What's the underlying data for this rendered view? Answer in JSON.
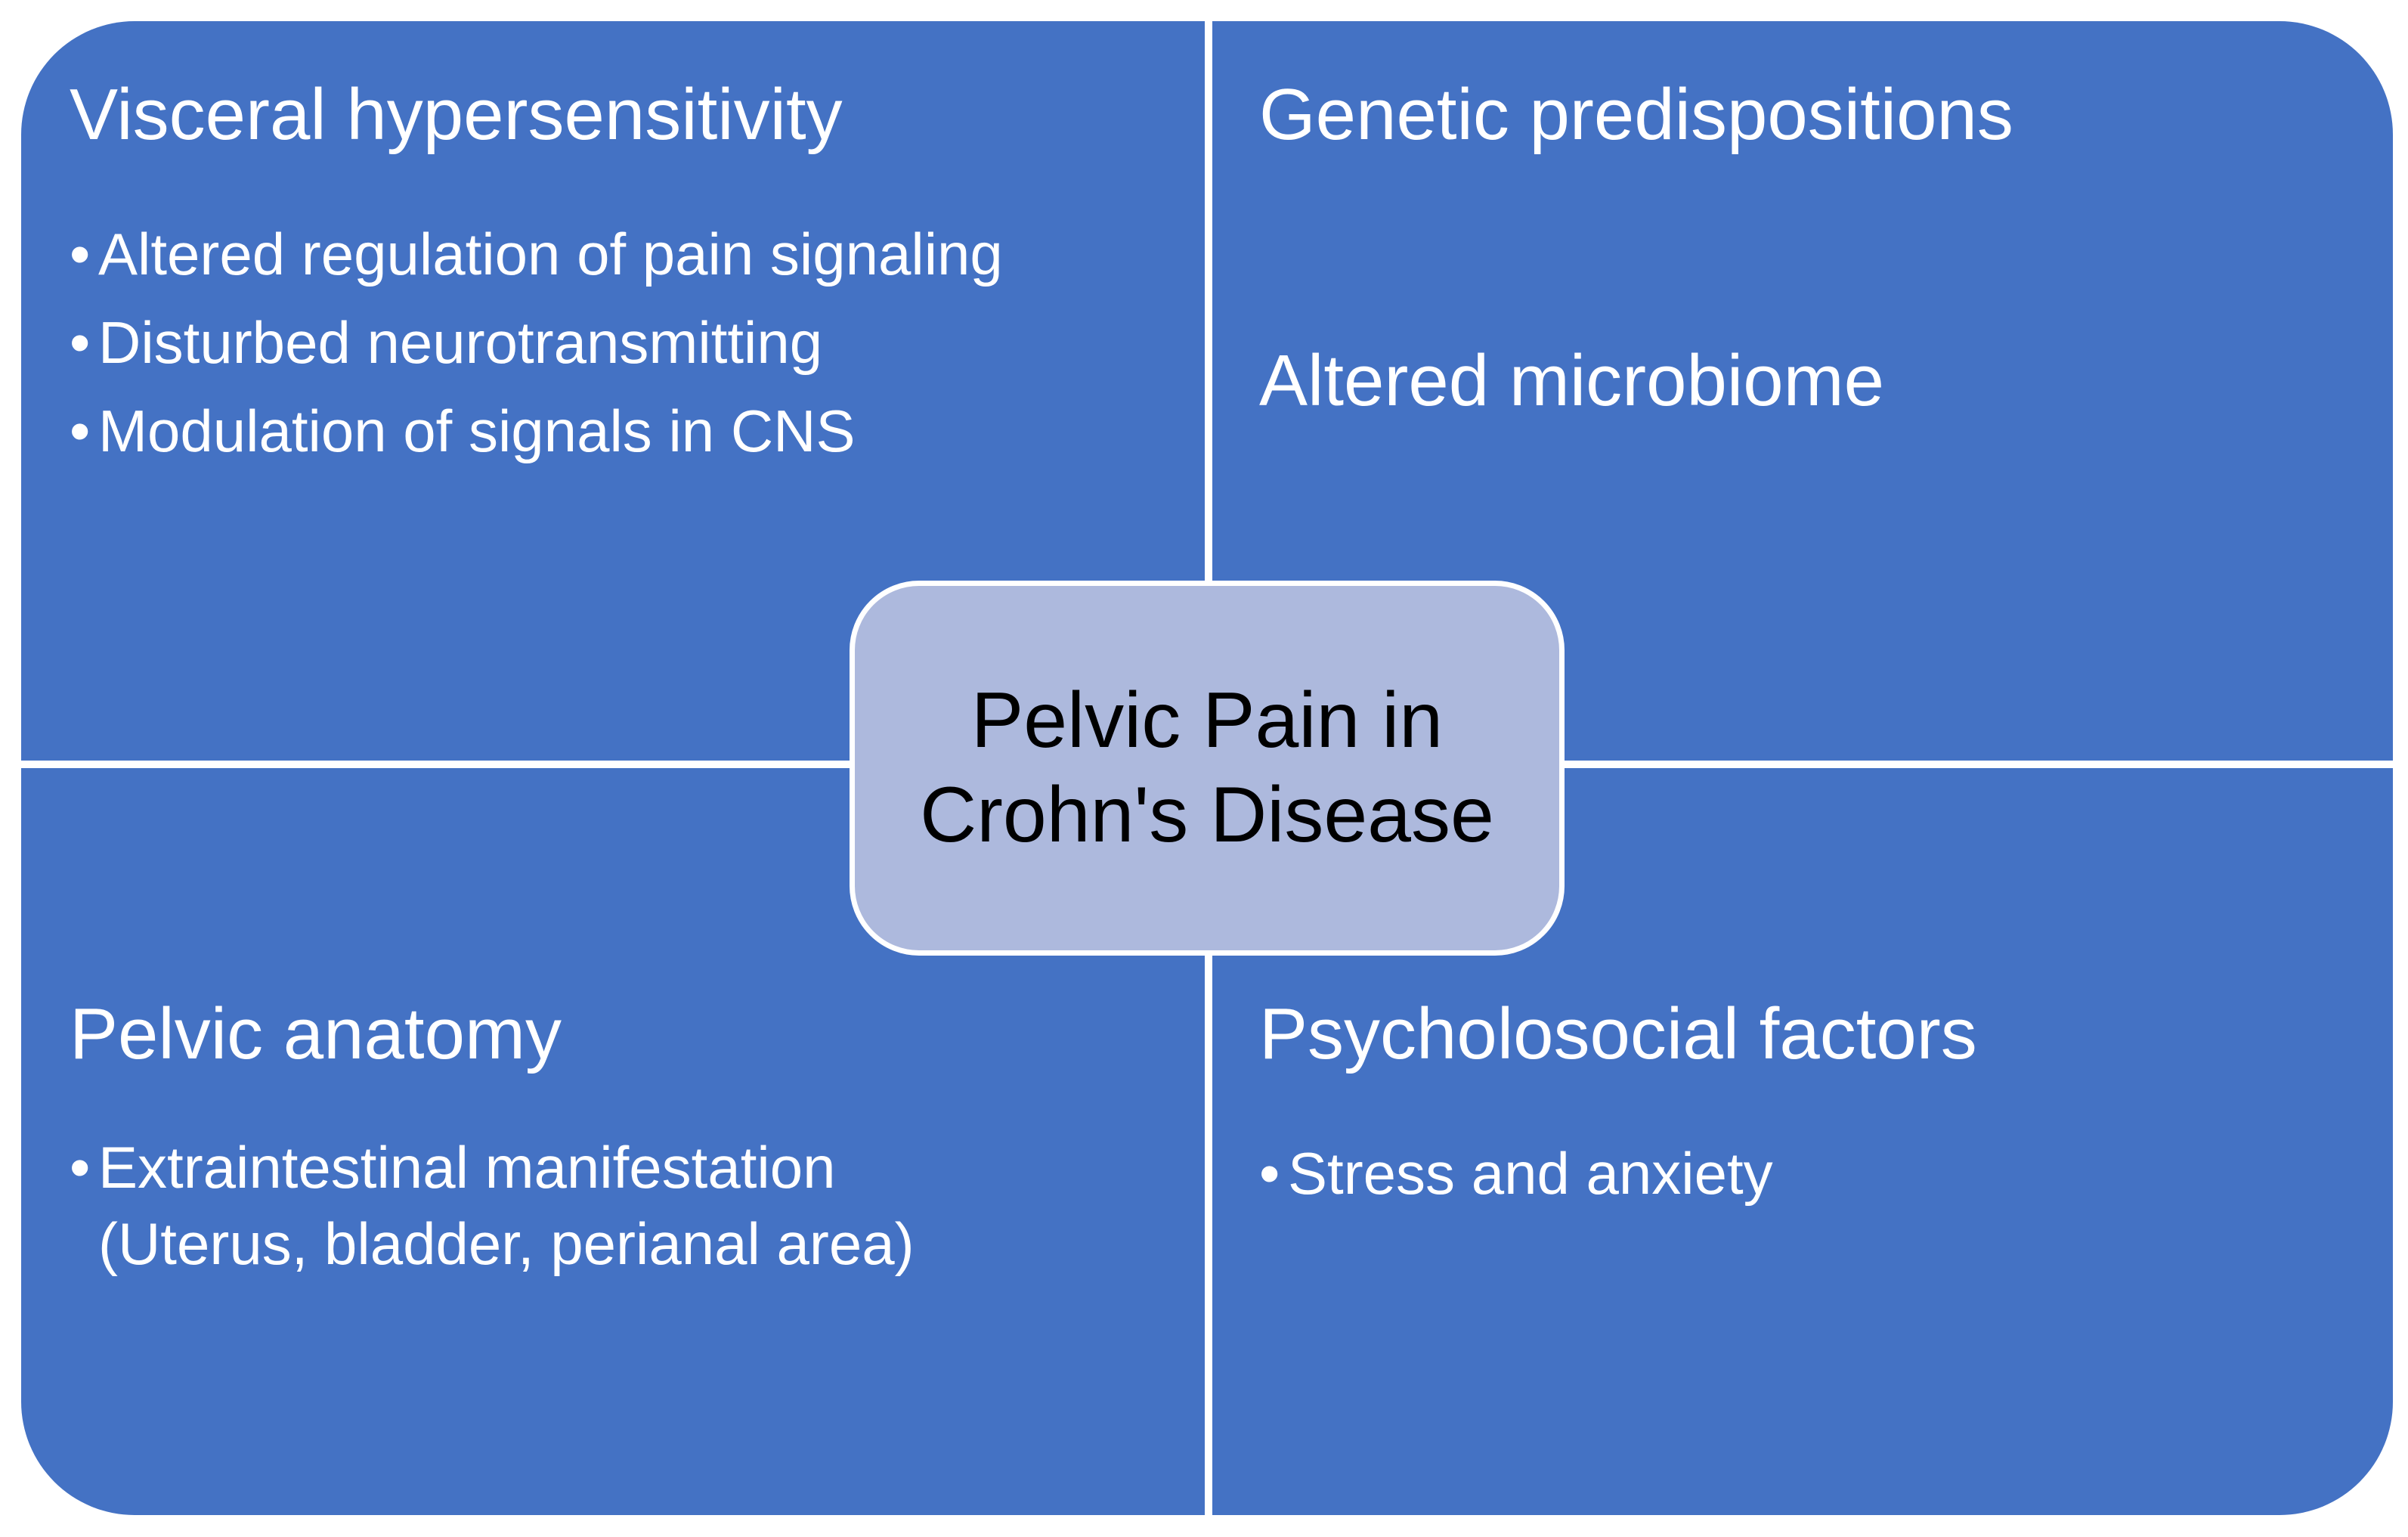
{
  "center": {
    "line1": "Pelvic Pain in",
    "line2": "Crohn's Disease"
  },
  "quadrants": {
    "top_left": {
      "heading": "Visceral hypersensitivity",
      "bullets": [
        "Altered regulation of pain signaling",
        "Disturbed neurotransmitting",
        "Modulation of signals in CNS"
      ]
    },
    "top_right": {
      "heading": "Genetic predispositions",
      "heading2": "Altered microbiome"
    },
    "bottom_left": {
      "heading": "Pelvic anatomy",
      "bullets": [
        {
          "line1": "Extraintestinal manifestation",
          "line2": "(Uterus, bladder, perianal area)"
        }
      ]
    },
    "bottom_right": {
      "heading": "Psycholosocial factors",
      "bullets": [
        "Stress and anxiety"
      ]
    }
  },
  "colors": {
    "quadrant_fill": "#4472c4",
    "center_fill": "#adb9dd",
    "divider": "#ffffff",
    "quadrant_text": "#ffffff",
    "center_text": "#000000"
  }
}
